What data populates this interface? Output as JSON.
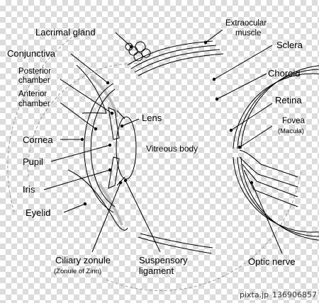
{
  "labels": {
    "lacrimal_gland": "Lacrimal gland",
    "conjunctiva": "Conjunctiva",
    "posterior_chamber_1": "Posterior",
    "posterior_chamber_2": "chamber",
    "anterior_chamber_1": "Anterior",
    "anterior_chamber_2": "chamber",
    "cornea": "Cornea",
    "pupil": "Pupil",
    "iris": "Iris",
    "eyelid": "Eyelid",
    "lens": "Lens",
    "vitreous_body": "Vitreous body",
    "extraocular_muscle_1": "Extraocular",
    "extraocular_muscle_2": "muscle",
    "sclera": "Sclera",
    "choroid": "Choroid",
    "retina": "Retina",
    "fovea": "Fovea",
    "macula": "(Macula)",
    "optic_nerve": "Optic nerve",
    "ciliary_zonule": "Ciliary zonule",
    "zonule_of_zinn": "(Zonule of Zinn)",
    "suspensory_ligament_1": "Suspensory",
    "suspensory_ligament_2": "ligament"
  },
  "watermark": {
    "site": "pixta.jp",
    "id": "136906857"
  }
}
